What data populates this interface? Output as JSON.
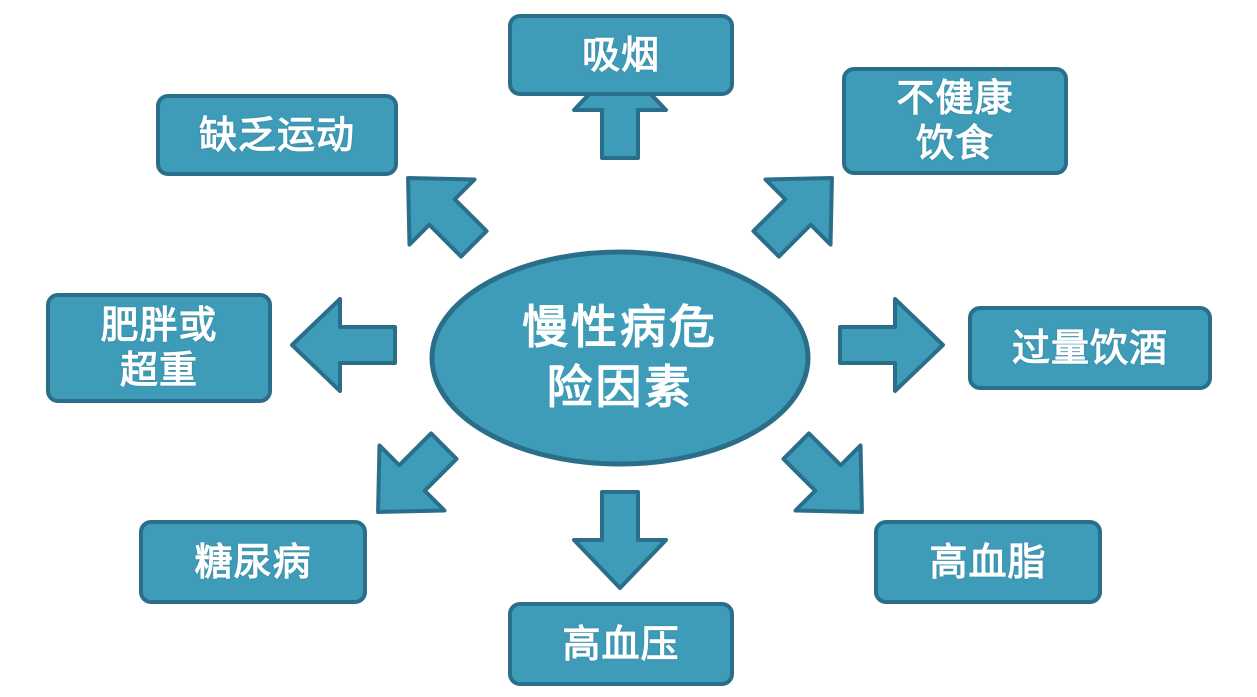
{
  "center": {
    "label": "慢性病危\n险因素"
  },
  "factors": {
    "smoking": "吸烟",
    "unhealthy_diet": "不健康\n饮食",
    "lack_of_exercise": "缺乏运动",
    "obesity": "肥胖或\n超重",
    "alcohol": "过量饮酒",
    "diabetes": "糖尿病",
    "hypertension": "高血压",
    "hyperlipidemia": "高血脂"
  },
  "colors": {
    "fill": "#3e9cb9",
    "border": "#2b6e8a",
    "text": "#ffffff"
  }
}
